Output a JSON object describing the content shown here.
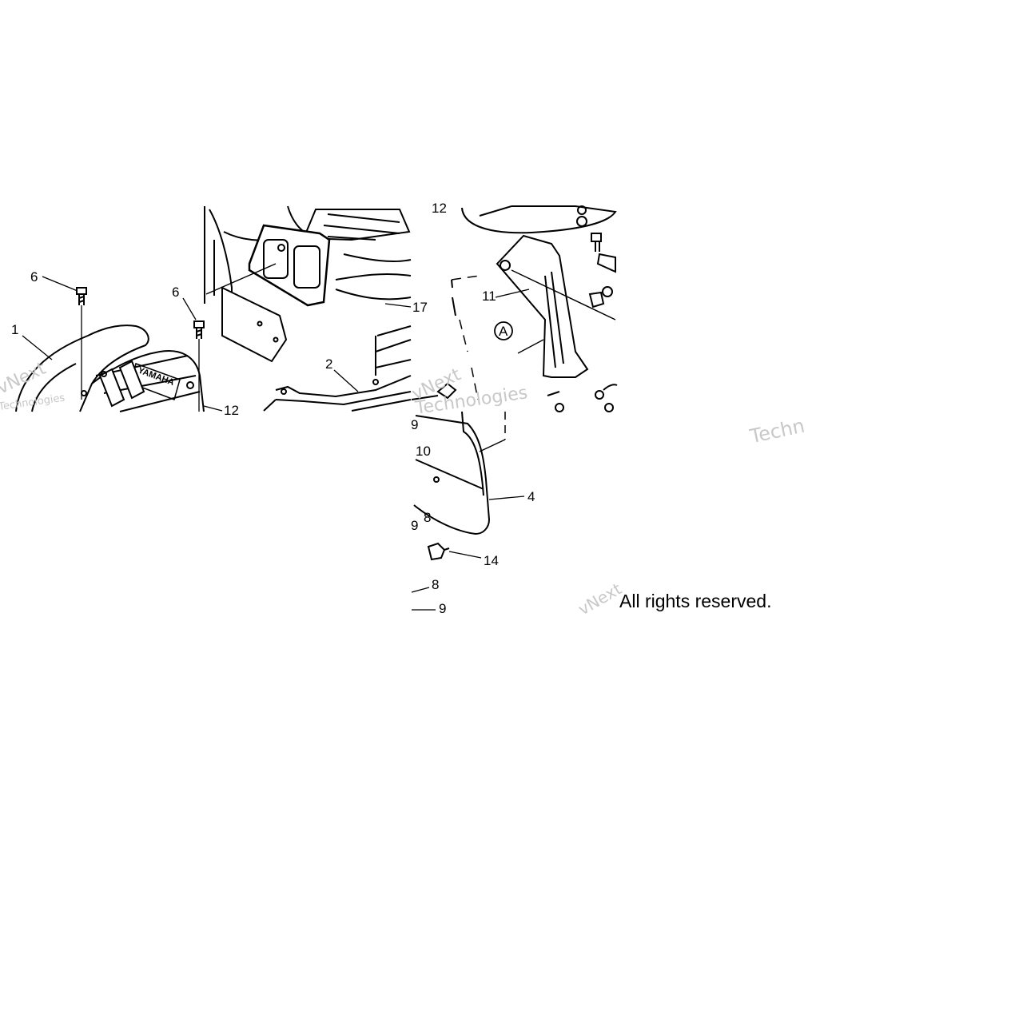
{
  "callouts": {
    "c1": "1",
    "c2": "2",
    "c4": "4",
    "c6a": "6",
    "c6b": "6",
    "c8a": "8",
    "c8b": "8",
    "c9a": "9",
    "c9b": "9",
    "c9c": "9",
    "c10": "10",
    "c11": "11",
    "c12a": "12",
    "c12b": "12",
    "c14": "14",
    "c17": "17",
    "cA": "A"
  },
  "brand_mark": "YAMAHA",
  "watermarks": {
    "w1": "vNext",
    "w2": "Technologies",
    "w3": "Techn",
    "w4": "vNext",
    "w5": "Technologies",
    "w6": "vNext"
  },
  "copyright": "All rights reserved."
}
